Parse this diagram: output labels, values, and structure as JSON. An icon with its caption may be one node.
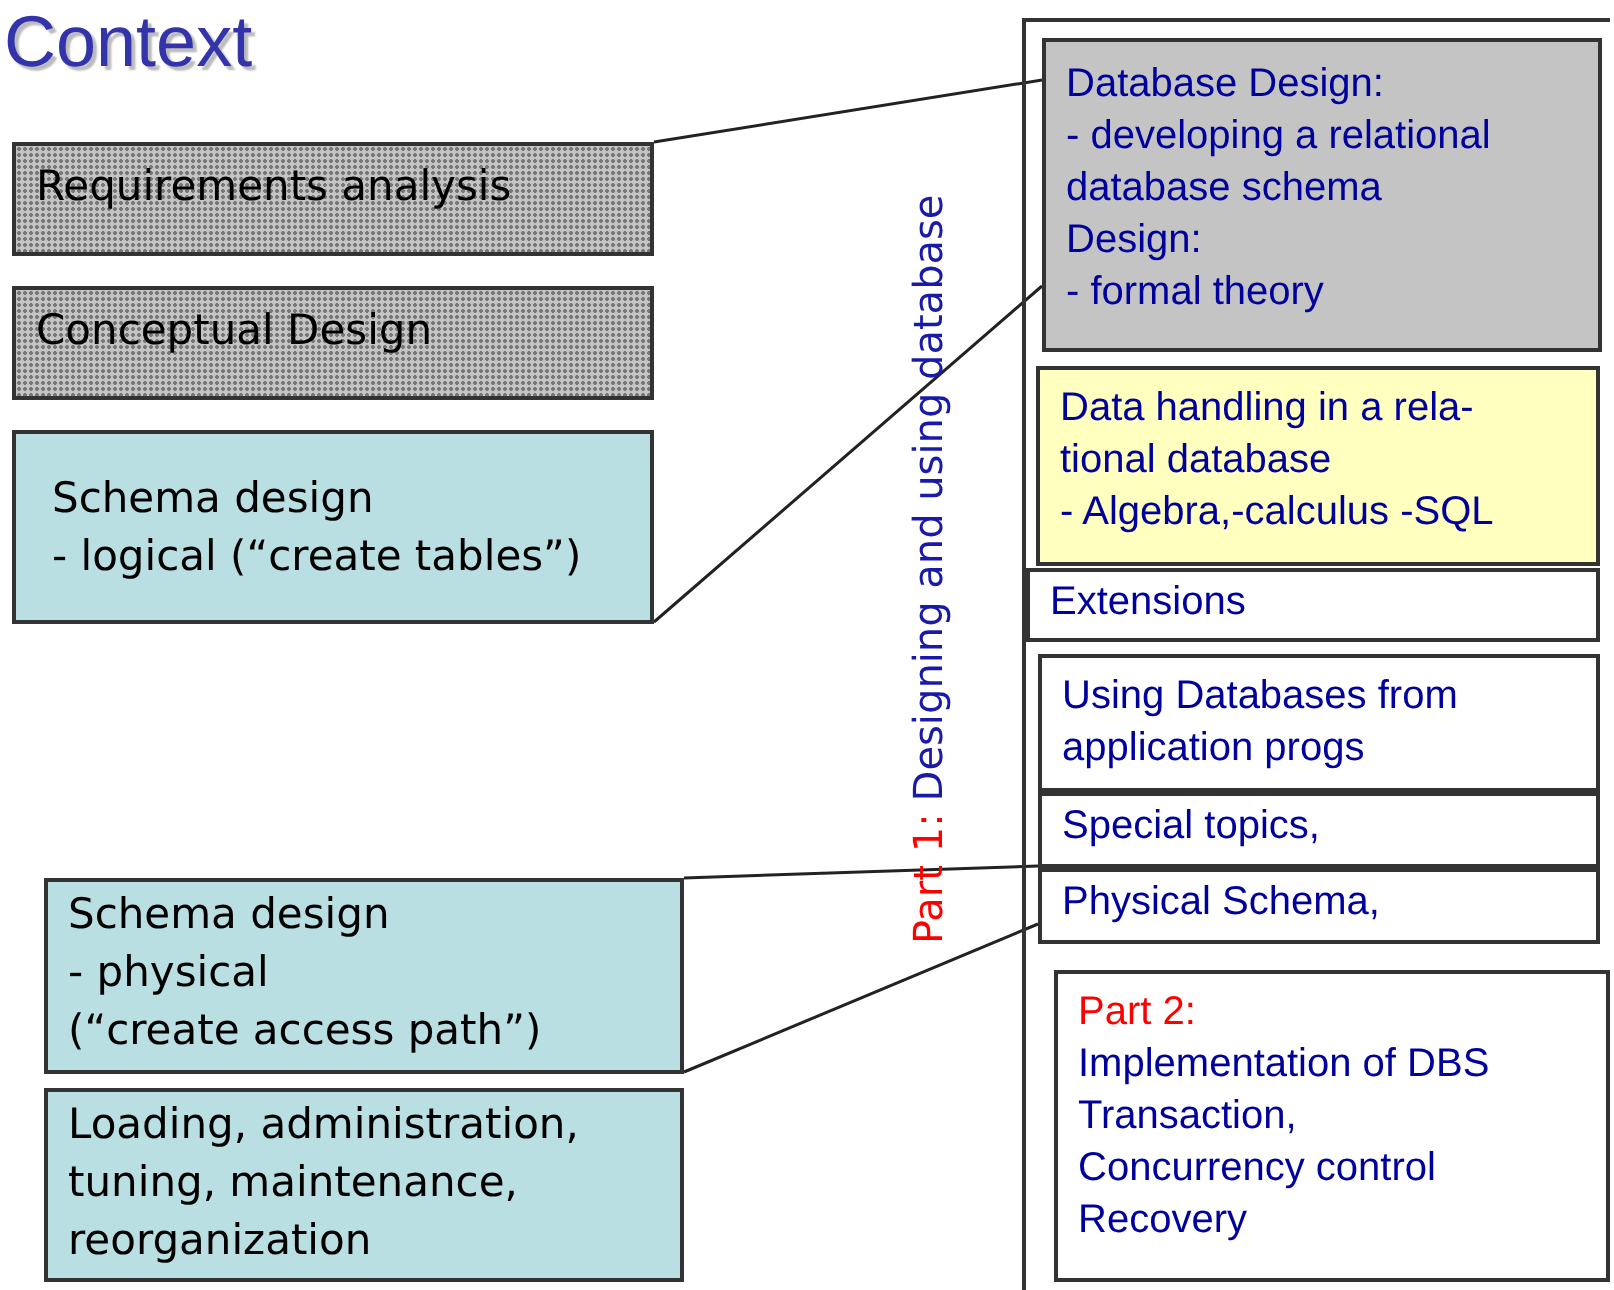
{
  "diagram": {
    "title": "Context",
    "nodes": [
      {
        "text": [],
        "shape": "box"
      },
      {
        "text": [
          "Requirements analysis"
        ]
      },
      {
        "text": [
          "Conceptual Design"
        ]
      },
      {
        "text": [
          "Schema design",
          "- logical (“create tables”)"
        ]
      },
      {
        "text": [
          "Schema design",
          "- physical",
          "(“create access path”)"
        ]
      },
      {
        "text": [
          "Loading, administration, tuning, maintenance, reorganization"
        ]
      },
      {
        "text": [
          "Database Design:",
          "- developing a relational database schema",
          "Design:",
          "- formal theory"
        ],
        "in": 0
      },
      {
        "text": [
          "Data handling in a rela- tional database",
          "- Algebra,-calculus -SQL"
        ],
        "in": 0
      },
      {
        "text": [
          "Extensions"
        ],
        "in": 0
      },
      {
        "text": [
          "Using Databases from application progs"
        ],
        "in": 0
      },
      {
        "text": [
          "Special topics,"
        ],
        "in": 0
      },
      {
        "text": [
          "Physical Schema,"
        ],
        "in": 0
      },
      {
        "text": [
          "Part 2:",
          "Implementation of DBS",
          "Transaction,",
          "Concurrency control",
          "Recovery"
        ],
        "in": 0
      }
    ],
    "edges": [
      {
        "from": 1,
        "to": 6,
        "arrow": "none"
      },
      {
        "from": 3,
        "to": 6,
        "arrow": "none"
      },
      {
        "from": 4,
        "to": 10,
        "arrow": "none"
      },
      {
        "from": 4,
        "to": 11,
        "arrow": "none"
      }
    ],
    "labels": [
      "Part 1:",
      "Designing and using database"
    ]
  }
}
